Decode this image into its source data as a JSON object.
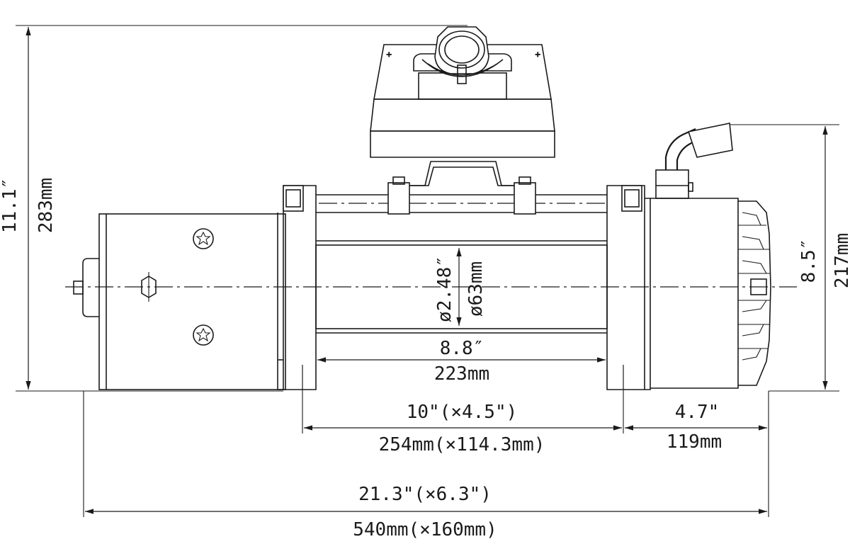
{
  "labels": {
    "height_in": "11.1″",
    "height_mm": "283mm",
    "side_height_in": "8.5″",
    "side_height_mm": "217mm",
    "drum_dia_in": "ø2.48″",
    "drum_dia_mm": "ø63mm",
    "drum_len_in": "8.8″",
    "drum_len_mm": "223mm",
    "mount_in": "10\"(×4.5\")",
    "mount_mm": "254mm(×114.3mm)",
    "gear_in": "4.7\"",
    "gear_mm": "119mm",
    "overall_in": "21.3\"(×6.3\")",
    "overall_mm": "540mm(×160mm)"
  },
  "colors": {
    "line": "#1a1a1a",
    "background": "#ffffff"
  }
}
